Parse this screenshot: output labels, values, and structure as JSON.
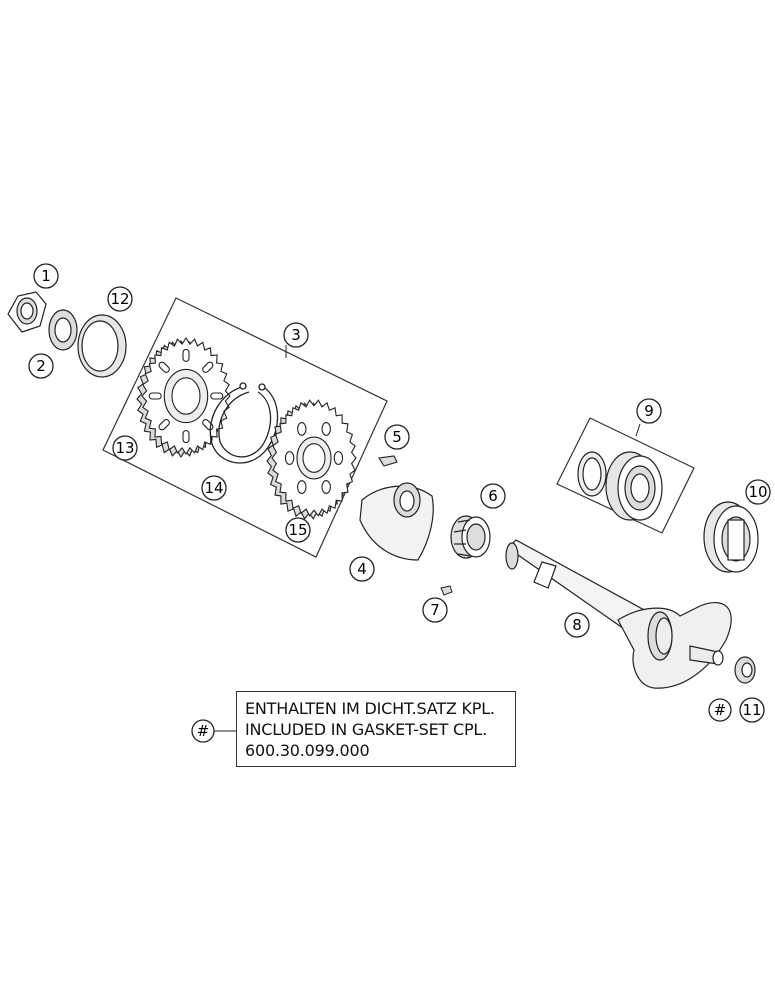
{
  "callouts": {
    "c1": "1",
    "c2": "2",
    "c3": "3",
    "c4": "4",
    "c5": "5",
    "c6": "6",
    "c7": "7",
    "c8": "8",
    "c9": "9",
    "c10": "10",
    "c11": "11",
    "c12": "12",
    "c13": "13",
    "c14": "14",
    "c15": "15",
    "hash_note": "#",
    "hash_11": "#"
  },
  "note": {
    "line1": "ENTHALTEN IM DICHT.SATZ KPL.",
    "line2": "INCLUDED IN GASKET-SET CPL.",
    "line3": "600.30.099.000"
  },
  "colors": {
    "stroke": "#222222",
    "fill": "#ffffff",
    "shade": "#d8d8d8"
  }
}
